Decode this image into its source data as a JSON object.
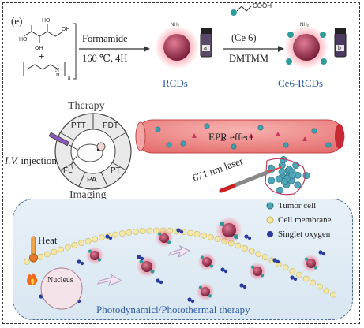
{
  "figure": {
    "panel_label": "(e)",
    "monomer_plus": "+",
    "polymer_subscript": "n",
    "polymer_n_label": "N",
    "polymer_h_label": "H",
    "step1_reagent": "Formamide",
    "step1_conditions": "160 ℃, 4H",
    "step2_reagent": "(Ce 6)",
    "step2_coupling": "DMTMM",
    "cooh_label": "COOH",
    "product1": "RCDs",
    "product2": "Ce6-RCDs",
    "vial1_label": "a",
    "vial2_label": "b",
    "nh2": "NH₂"
  },
  "wheel": {
    "title_top": "Therapy",
    "title_bottom": "Imaging",
    "segments": [
      "PTT",
      "PDT",
      "FL",
      "PA",
      "PT"
    ]
  },
  "injection_label_italic": "I.V.",
  "injection_label_rest": " injection",
  "vessel": {
    "epr_label": "EPR effect"
  },
  "laser_label": "671 nm laser",
  "legend": {
    "items": [
      "Tumor cell",
      "Cell membrane",
      "Singlet oxygen"
    ]
  },
  "cell_panel": {
    "heat_label": "Heat",
    "nucleus_label": "Nucleus",
    "caption": "Photodynamicl/Photothermal therapy"
  },
  "colors": {
    "rcd_core": "#a8385a",
    "rcd_glow": "#e2264e",
    "vessel": "#e86a6a",
    "ce6_dot": "#2f9c9c",
    "oxygen": "#2a3d9e",
    "membrane": "#f2e7a8",
    "accent_blue": "#2c5aa0"
  }
}
